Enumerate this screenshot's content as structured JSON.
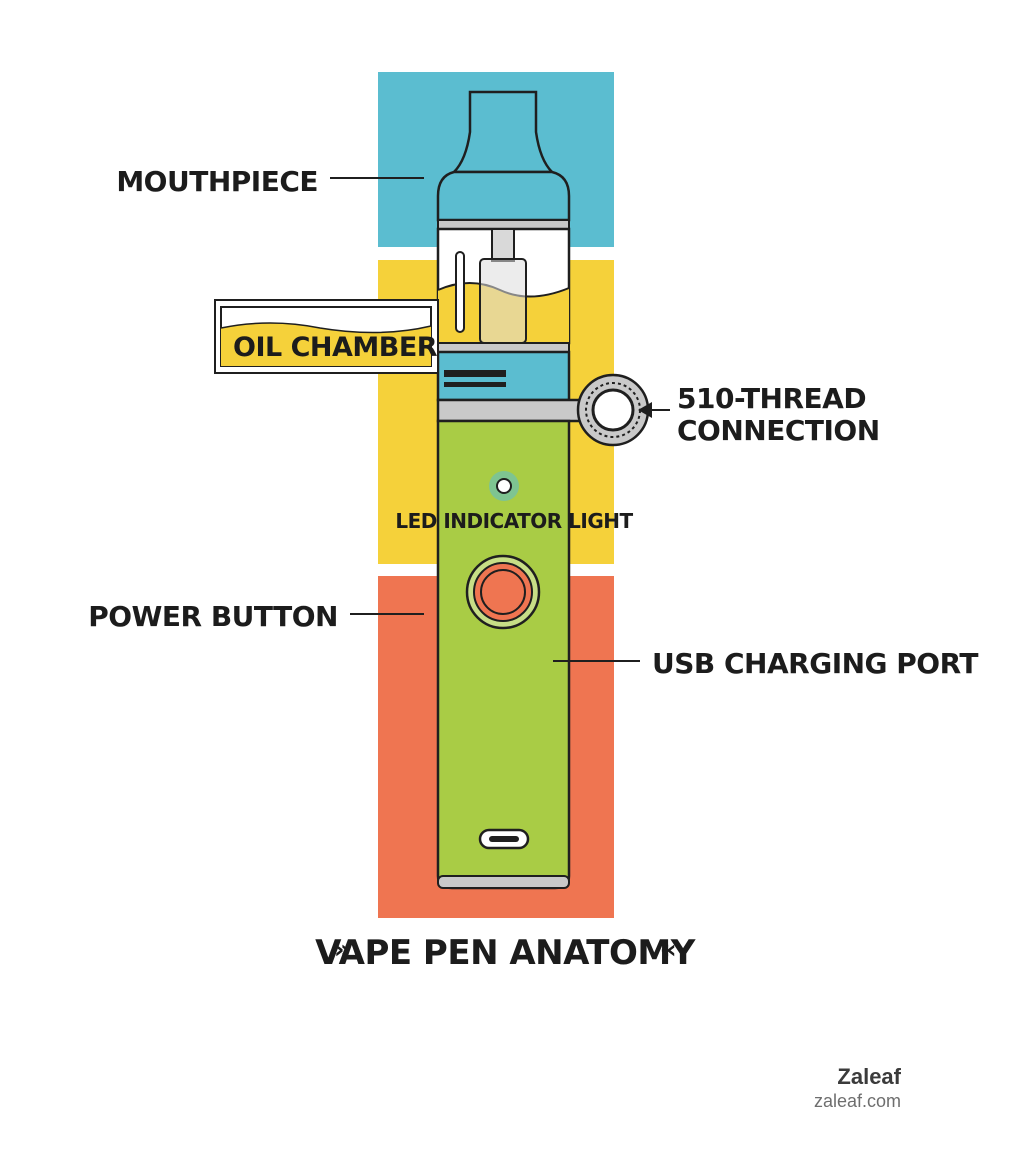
{
  "title": "VAPE PEN ANATOMY",
  "title_marks": {
    "left": "»",
    "right": "«"
  },
  "labels": {
    "mouthpiece": "MOUTHPIECE",
    "oil_chamber": "OIL CHAMBER",
    "thread_line1": "510-THREAD",
    "thread_line2": "CONNECTION",
    "led": "LED INDICATOR LIGHT",
    "power_button": "POWER BUTTON",
    "usb_port": "USB CHARGING PORT"
  },
  "brand": {
    "name": "Zaleaf",
    "url": "zaleaf.com"
  },
  "colors": {
    "blue": "#5bbdd0",
    "yellow": "#f5d13a",
    "orange": "#ef7551",
    "green": "#a9cc45",
    "silver": "#c9c9c9",
    "outline": "#1f1f1f"
  }
}
